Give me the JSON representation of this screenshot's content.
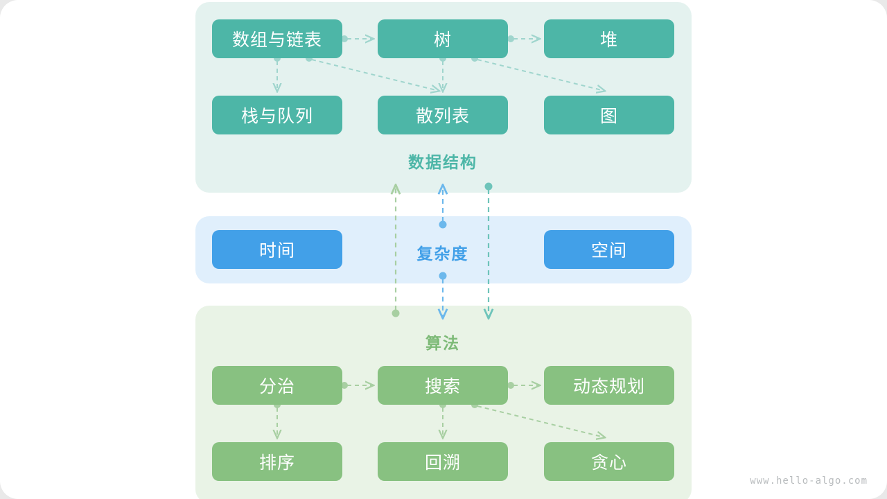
{
  "page": {
    "background": "#ffffff",
    "watermark": "www.hello-algo.com"
  },
  "sections": [
    {
      "id": "data-structure",
      "title": "数据结构",
      "title_color": "#4db6a7",
      "card_color": "#e4f2ef",
      "node_color": "#4db6a7",
      "nodes": [
        {
          "id": "array-linkedlist",
          "label": "数组与链表"
        },
        {
          "id": "tree",
          "label": "树"
        },
        {
          "id": "heap",
          "label": "堆"
        },
        {
          "id": "stack-queue",
          "label": "栈与队列"
        },
        {
          "id": "hash-table",
          "label": "散列表"
        },
        {
          "id": "graph",
          "label": "图"
        }
      ],
      "edges": [
        {
          "from": "array-linkedlist",
          "to": "tree"
        },
        {
          "from": "tree",
          "to": "heap"
        },
        {
          "from": "array-linkedlist",
          "to": "stack-queue"
        },
        {
          "from": "array-linkedlist",
          "to": "hash-table"
        },
        {
          "from": "tree",
          "to": "hash-table"
        },
        {
          "from": "tree",
          "to": "graph"
        }
      ]
    },
    {
      "id": "complexity",
      "title": "复杂度",
      "title_color": "#42a0e8",
      "card_color": "#e0effc",
      "node_color": "#42a0e8",
      "nodes": [
        {
          "id": "time",
          "label": "时间"
        },
        {
          "id": "space",
          "label": "空间"
        }
      ],
      "edges": []
    },
    {
      "id": "algorithm",
      "title": "算法",
      "title_color": "#7dba77",
      "card_color": "#e9f3e6",
      "node_color": "#88c181",
      "nodes": [
        {
          "id": "divide-conquer",
          "label": "分治"
        },
        {
          "id": "search",
          "label": "搜索"
        },
        {
          "id": "dynamic-programming",
          "label": "动态规划"
        },
        {
          "id": "sorting",
          "label": "排序"
        },
        {
          "id": "backtracking",
          "label": "回溯"
        },
        {
          "id": "greedy",
          "label": "贪心"
        }
      ],
      "edges": [
        {
          "from": "divide-conquer",
          "to": "search"
        },
        {
          "from": "search",
          "to": "dynamic-programming"
        },
        {
          "from": "divide-conquer",
          "to": "sorting"
        },
        {
          "from": "search",
          "to": "backtracking"
        },
        {
          "from": "search",
          "to": "greedy"
        }
      ]
    }
  ],
  "cross_section_edges": [
    {
      "id": "algorithm-to-data-structure",
      "color": "#a8cfa2",
      "direction": "up"
    },
    {
      "id": "complexity-both-ways",
      "color": "#6cb8ec",
      "direction": "both"
    },
    {
      "id": "data-structure-to-algorithm",
      "color": "#6ec4ba",
      "direction": "down"
    }
  ]
}
